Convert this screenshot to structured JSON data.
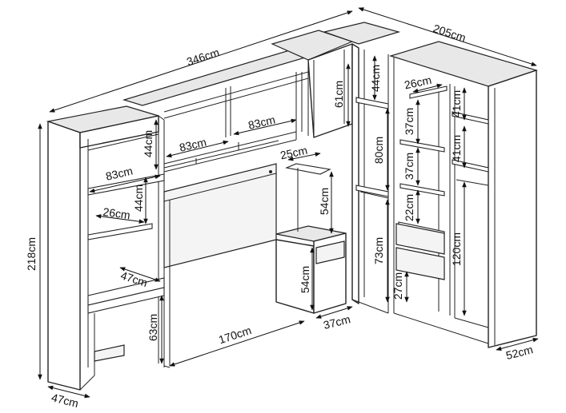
{
  "dimensions": {
    "overall_width_left": "346cm",
    "overall_width_right": "205cm",
    "total_height": "218cm",
    "base_depth_left": "47cm",
    "base_depth_right": "52cm",
    "niche_right_width": "37cm",
    "headboard_width": "170cm",
    "left_top_shelf_height": "44cm",
    "left_top_shelf_width": "83cm",
    "left_shelf_height_2": "44cm",
    "left_small_shelf_width": "26cm",
    "desk_depth": "47cm",
    "desk_height": "63cm",
    "bridge_shelf_width_1": "83cm",
    "bridge_shelf_width_2": "83cm",
    "top_box_height": "61cm",
    "nightstand_top_width": "25cm",
    "nightstand_upper_height": "54cm",
    "nightstand_lower_height": "54cm",
    "tall_upper_height": "44cm",
    "tall_mid_height": "80cm",
    "tall_lower_height": "73cm",
    "corner_shelf_width": "26cm",
    "corner_shelf_h1": "37cm",
    "corner_shelf_h2": "37cm",
    "corner_shelf_h3": "22cm",
    "corner_drawer_h": "27cm",
    "right_upper_h1": "41cm",
    "right_upper_h2": "41cm",
    "right_hanging_h": "120cm"
  }
}
